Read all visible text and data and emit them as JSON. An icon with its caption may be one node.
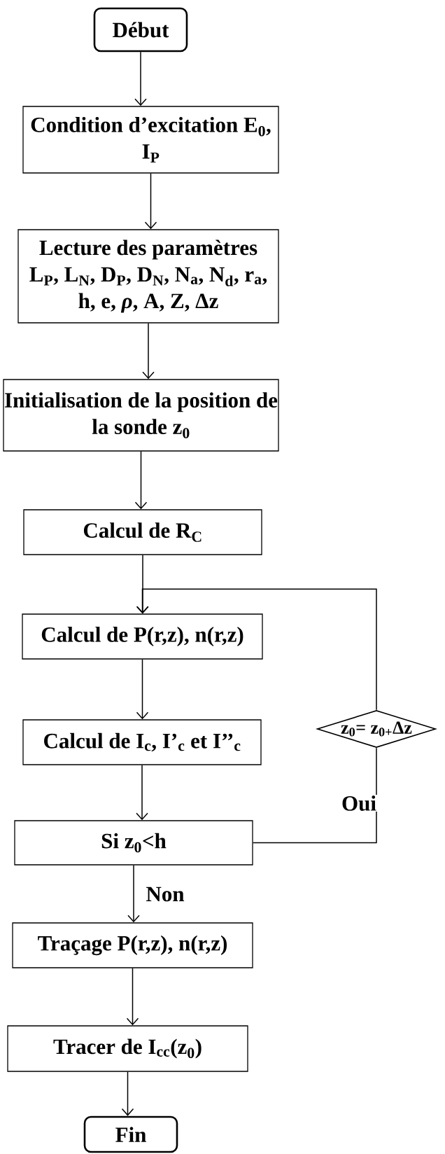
{
  "diagram": {
    "nodes": [
      {
        "text": [
          "Début"
        ]
      },
      {
        "text": [
          "Condition d’excitation E$_{0}$, I$_{P}$"
        ]
      },
      {
        "text": [
          "Lecture des paramètres L$_{P}$, L$_{N}$, D$_{P}$, D$_{N}$, N$_{a}$, N$_{d}$, r$_{a}$, h, e, *ρ*, A, Z, Δz"
        ]
      },
      {
        "text": [
          "Initialisation de la position de la sonde z$_{0}$"
        ]
      },
      {
        "text": [
          "Calcul de R$_{C}$"
        ]
      },
      {
        "text": [
          "Calcul de P(r,z), n(r,z)"
        ]
      },
      {
        "text": [
          "Calcul de I$_{c}$, I’$_{c}$ et I’’$_{c}$"
        ]
      },
      {
        "text": [
          "z$_{0}$= z$_{0+}$Δz"
        ]
      },
      {
        "text": [
          "Si z$_{0}$<h"
        ]
      },
      {
        "text": [
          "Traçage P(r,z), n(r,z)"
        ]
      },
      {
        "text": [
          "Tracer de I$_{cc}$(z$_{0}$)"
        ]
      },
      {
        "text": [
          "Fin"
        ]
      }
    ],
    "edges": [
      {
        "from": 0,
        "to": 1,
        "arrow": "to"
      },
      {
        "from": 1,
        "to": 2,
        "arrow": "to"
      },
      {
        "from": 2,
        "to": 3,
        "arrow": "to"
      },
      {
        "from": 3,
        "to": 4,
        "arrow": "to"
      },
      {
        "from": 4,
        "to": 5,
        "arrow": "to"
      },
      {
        "from": 5,
        "to": 6,
        "arrow": "to"
      },
      {
        "from": 6,
        "to": 8,
        "arrow": "to"
      },
      {
        "from": 8,
        "to": 7,
        "arrow": "none",
        "label": "Oui"
      },
      {
        "from": 7,
        "to": 5,
        "arrow": "to"
      },
      {
        "from": 8,
        "to": 9,
        "arrow": "to",
        "label": "Non"
      },
      {
        "from": 9,
        "to": 10,
        "arrow": "to"
      },
      {
        "from": 10,
        "to": 11,
        "arrow": "to"
      }
    ]
  }
}
